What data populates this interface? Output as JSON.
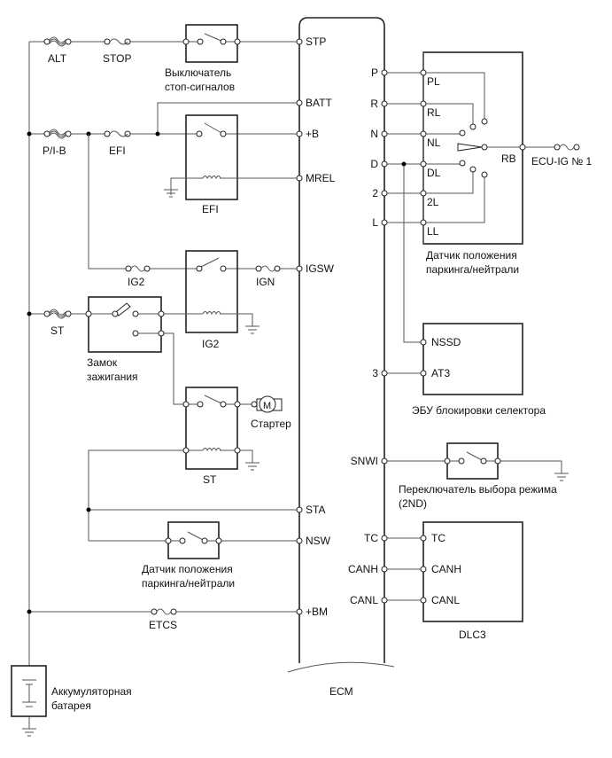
{
  "ecm": {
    "label": "ECM",
    "terminals": {
      "stp": "STP",
      "batt": "BATT",
      "b": "+B",
      "mrel": "MREL",
      "igsw": "IGSW",
      "sta": "STA",
      "nsw": "NSW",
      "bm": "+BM",
      "p": "P",
      "r": "R",
      "n": "N",
      "d": "D",
      "t2": "2",
      "l": "L",
      "t3": "3",
      "snwi": "SNWI",
      "tc": "TC",
      "canh": "CANH",
      "canl": "CANL"
    }
  },
  "fuses": {
    "alt": "ALT",
    "stop": "STOP",
    "pib": "P/I-B",
    "efi": "EFI",
    "ig2": "IG2",
    "ign": "IGN",
    "st": "ST",
    "etcs": "ETCS",
    "ecuig": "ECU-IG № 1"
  },
  "components": {
    "stop_switch": [
      "Выключатель",
      "стоп-сигналов"
    ],
    "efi_relay": "EFI",
    "ig2_relay": "IG2",
    "ignition_switch": [
      "Замок",
      "зажигания"
    ],
    "st_relay": "ST",
    "starter": "Стартер",
    "starter_motor": "M",
    "pn_switch_left": [
      "Датчик положения",
      "паркинга/нейтрали"
    ],
    "battery": [
      "Аккумуляторная",
      "батарея"
    ],
    "pn_switch_right": [
      "Датчик положения",
      "паркинга/нейтрали"
    ],
    "pn_pins": [
      "PL",
      "RL",
      "NL",
      "DL",
      "2L",
      "LL",
      "RB"
    ],
    "shift_lock_ecu": "ЭБУ блокировки селектора",
    "shift_lock_pins": [
      "NSSD",
      "AT3"
    ],
    "mode_switch": [
      "Переключатель выбора режима",
      "(2ND)"
    ],
    "dlc3": "DLC3",
    "dlc3_pins": [
      "TC",
      "CANH",
      "CANL"
    ]
  }
}
